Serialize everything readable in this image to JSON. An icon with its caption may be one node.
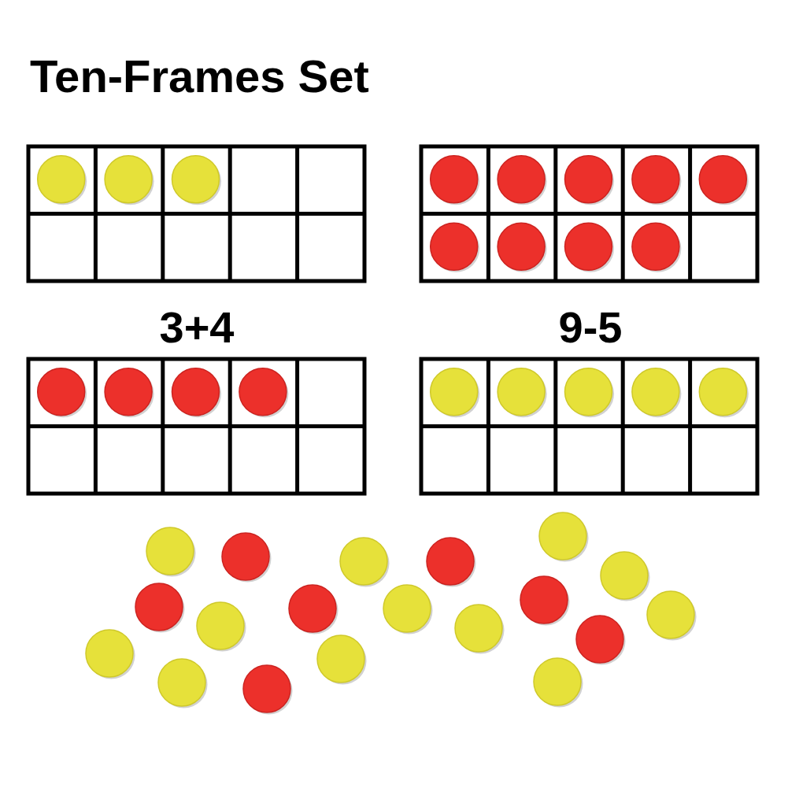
{
  "diagram": {
    "title": "Ten-Frames Set",
    "labels": [
      "3+4",
      "9-5"
    ]
  }
}
